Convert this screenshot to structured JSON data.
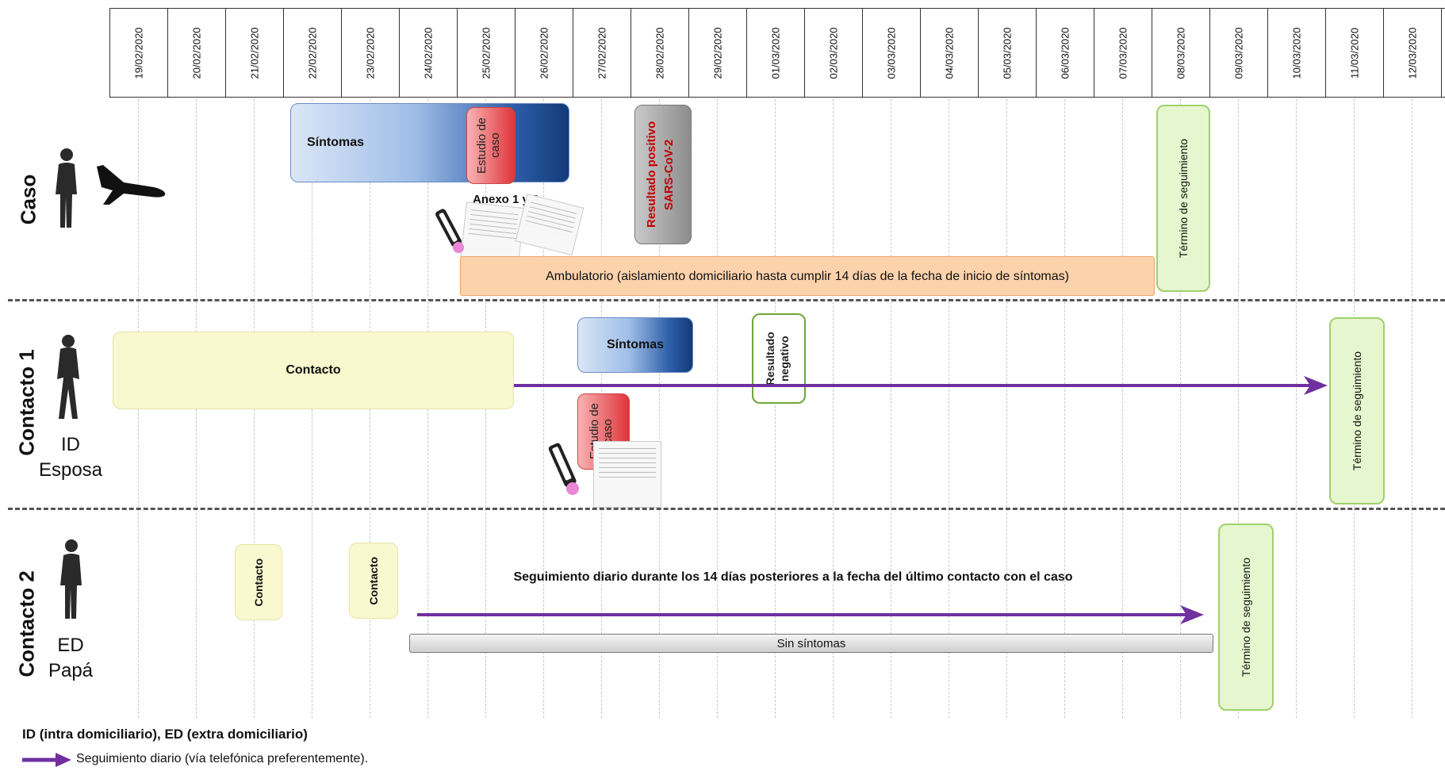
{
  "dates": [
    "19/02/2020",
    "20/02/2020",
    "21/02/2020",
    "22/02/2020",
    "23/02/2020",
    "24/02/2020",
    "25/02/2020",
    "26/02/2020",
    "27/02/2020",
    "28/02/2020",
    "29/02/2020",
    "01/03/2020",
    "02/03/2020",
    "03/03/2020",
    "04/03/2020",
    "05/03/2020",
    "06/03/2020",
    "07/03/2020",
    "08/03/2020",
    "09/03/2020",
    "10/03/2020",
    "11/03/2020",
    "12/03/2020"
  ],
  "rows": {
    "caso": {
      "label": "Caso"
    },
    "contacto1": {
      "label": "Contacto 1",
      "sub": [
        "ID",
        "Esposa"
      ]
    },
    "contacto2": {
      "label": "Contacto 2",
      "sub": [
        "ED",
        "Papá"
      ]
    }
  },
  "caso": {
    "sintomas": "Síntomas",
    "estudio": "Estudio de caso",
    "anexo": "Anexo 1 y 3",
    "resultado": "Resultado positivo SARS-CoV-2",
    "ambulatorio": "Ambulatorio (aislamiento domiciliario hasta cumplir 14 días de la fecha de inicio de síntomas)",
    "termino": "Término de seguimiento"
  },
  "contacto1": {
    "contacto": "Contacto",
    "sintomas": "Síntomas",
    "estudio": "Estudio de caso",
    "resultado": "Resultado negativo",
    "termino": "Término de seguimiento"
  },
  "contacto2": {
    "contacto_a": "Contacto",
    "contacto_b": "Contacto",
    "seguimiento": "Seguimiento diario durante los 14 días posteriores a la fecha del último contacto con el caso",
    "sin_sintomas": "Sin síntomas",
    "termino": "Término de seguimiento"
  },
  "legend": {
    "abbrev": "ID (intra domiciliario), ED (extra domiciliario)",
    "arrow": "Seguimiento diario (vía telefónica preferentemente)."
  },
  "colors": {
    "arrow": "#7030a0",
    "separator": "#555555",
    "positive_text": "#c00000"
  },
  "icons": [
    "person-icon",
    "airplane-icon",
    "test-tube-icon",
    "document-icon",
    "arrow-icon"
  ]
}
